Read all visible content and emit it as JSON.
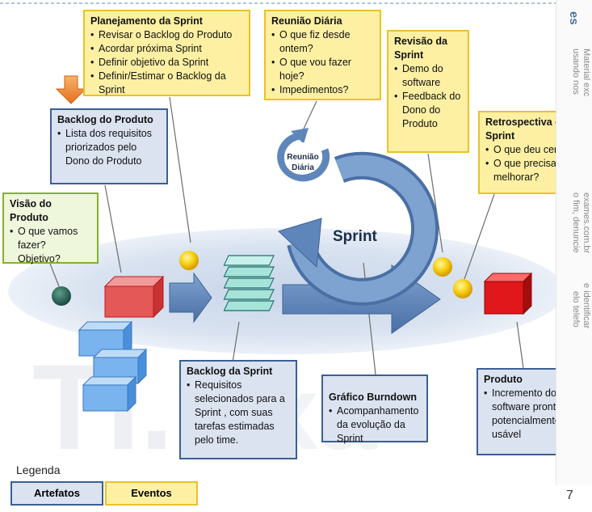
{
  "boxes": {
    "planejamento": {
      "title": "Planejamento da Sprint",
      "items": [
        "Revisar o Backlog do Produto",
        "Acordar próxima Sprint",
        "Definir objetivo da Sprint",
        "Definir/Estimar o Backlog da Sprint"
      ]
    },
    "reuniao": {
      "title": "Reunião Diária",
      "items": [
        "O que fiz desde ontem?",
        "O que vou fazer hoje?",
        "Impedimentos?"
      ]
    },
    "revisao": {
      "title": "Revisão da Sprint",
      "items": [
        "Demo do software",
        "Feedback do Dono do Produto"
      ]
    },
    "retro": {
      "title": "Retrospectiva da Sprint",
      "items": [
        "O que deu certo?",
        "O que precisamos melhorar?"
      ]
    },
    "backlog_produto": {
      "title": "Backlog do Produto",
      "items": [
        "Lista dos requisitos priorizados pelo Dono do Produto"
      ]
    },
    "visao": {
      "title": "Visão do Produto",
      "items": [
        "O que vamos fazer? Objetivo?"
      ]
    },
    "backlog_sprint": {
      "title": "Backlog da Sprint",
      "items": [
        "Requisitos selecionados para a Sprint , com suas tarefas estimadas pelo time."
      ]
    },
    "burndown": {
      "title": "Gráfico Burndown",
      "items": [
        "Acompanhamento da evolução da Sprint"
      ]
    },
    "produto": {
      "title": "Produto",
      "items": [
        "Incremento do software pronto e potencialmente usável"
      ]
    }
  },
  "cycle": {
    "sprint_label": "Sprint",
    "daily_label_1": "Reunião",
    "daily_label_2": "Diária"
  },
  "legend": {
    "title": "Legenda",
    "artefatos": "Artefatos",
    "eventos": "Eventos"
  },
  "side": {
    "line1": "Material exc",
    "line2": "usando nos",
    "line3": "exames.com.br",
    "line4": "o fim, denuncie",
    "line5": "e identificar",
    "line6": "elo telefo",
    "logo_fragment": "es"
  },
  "page_number": "7",
  "watermark": "TI.exames",
  "colors": {
    "artifact_border": "#3b5f93",
    "event_border": "#e9c12a",
    "vision_border": "#86b02f",
    "arrow_blue": "#5e86bb",
    "product_red": "#e0171b"
  }
}
